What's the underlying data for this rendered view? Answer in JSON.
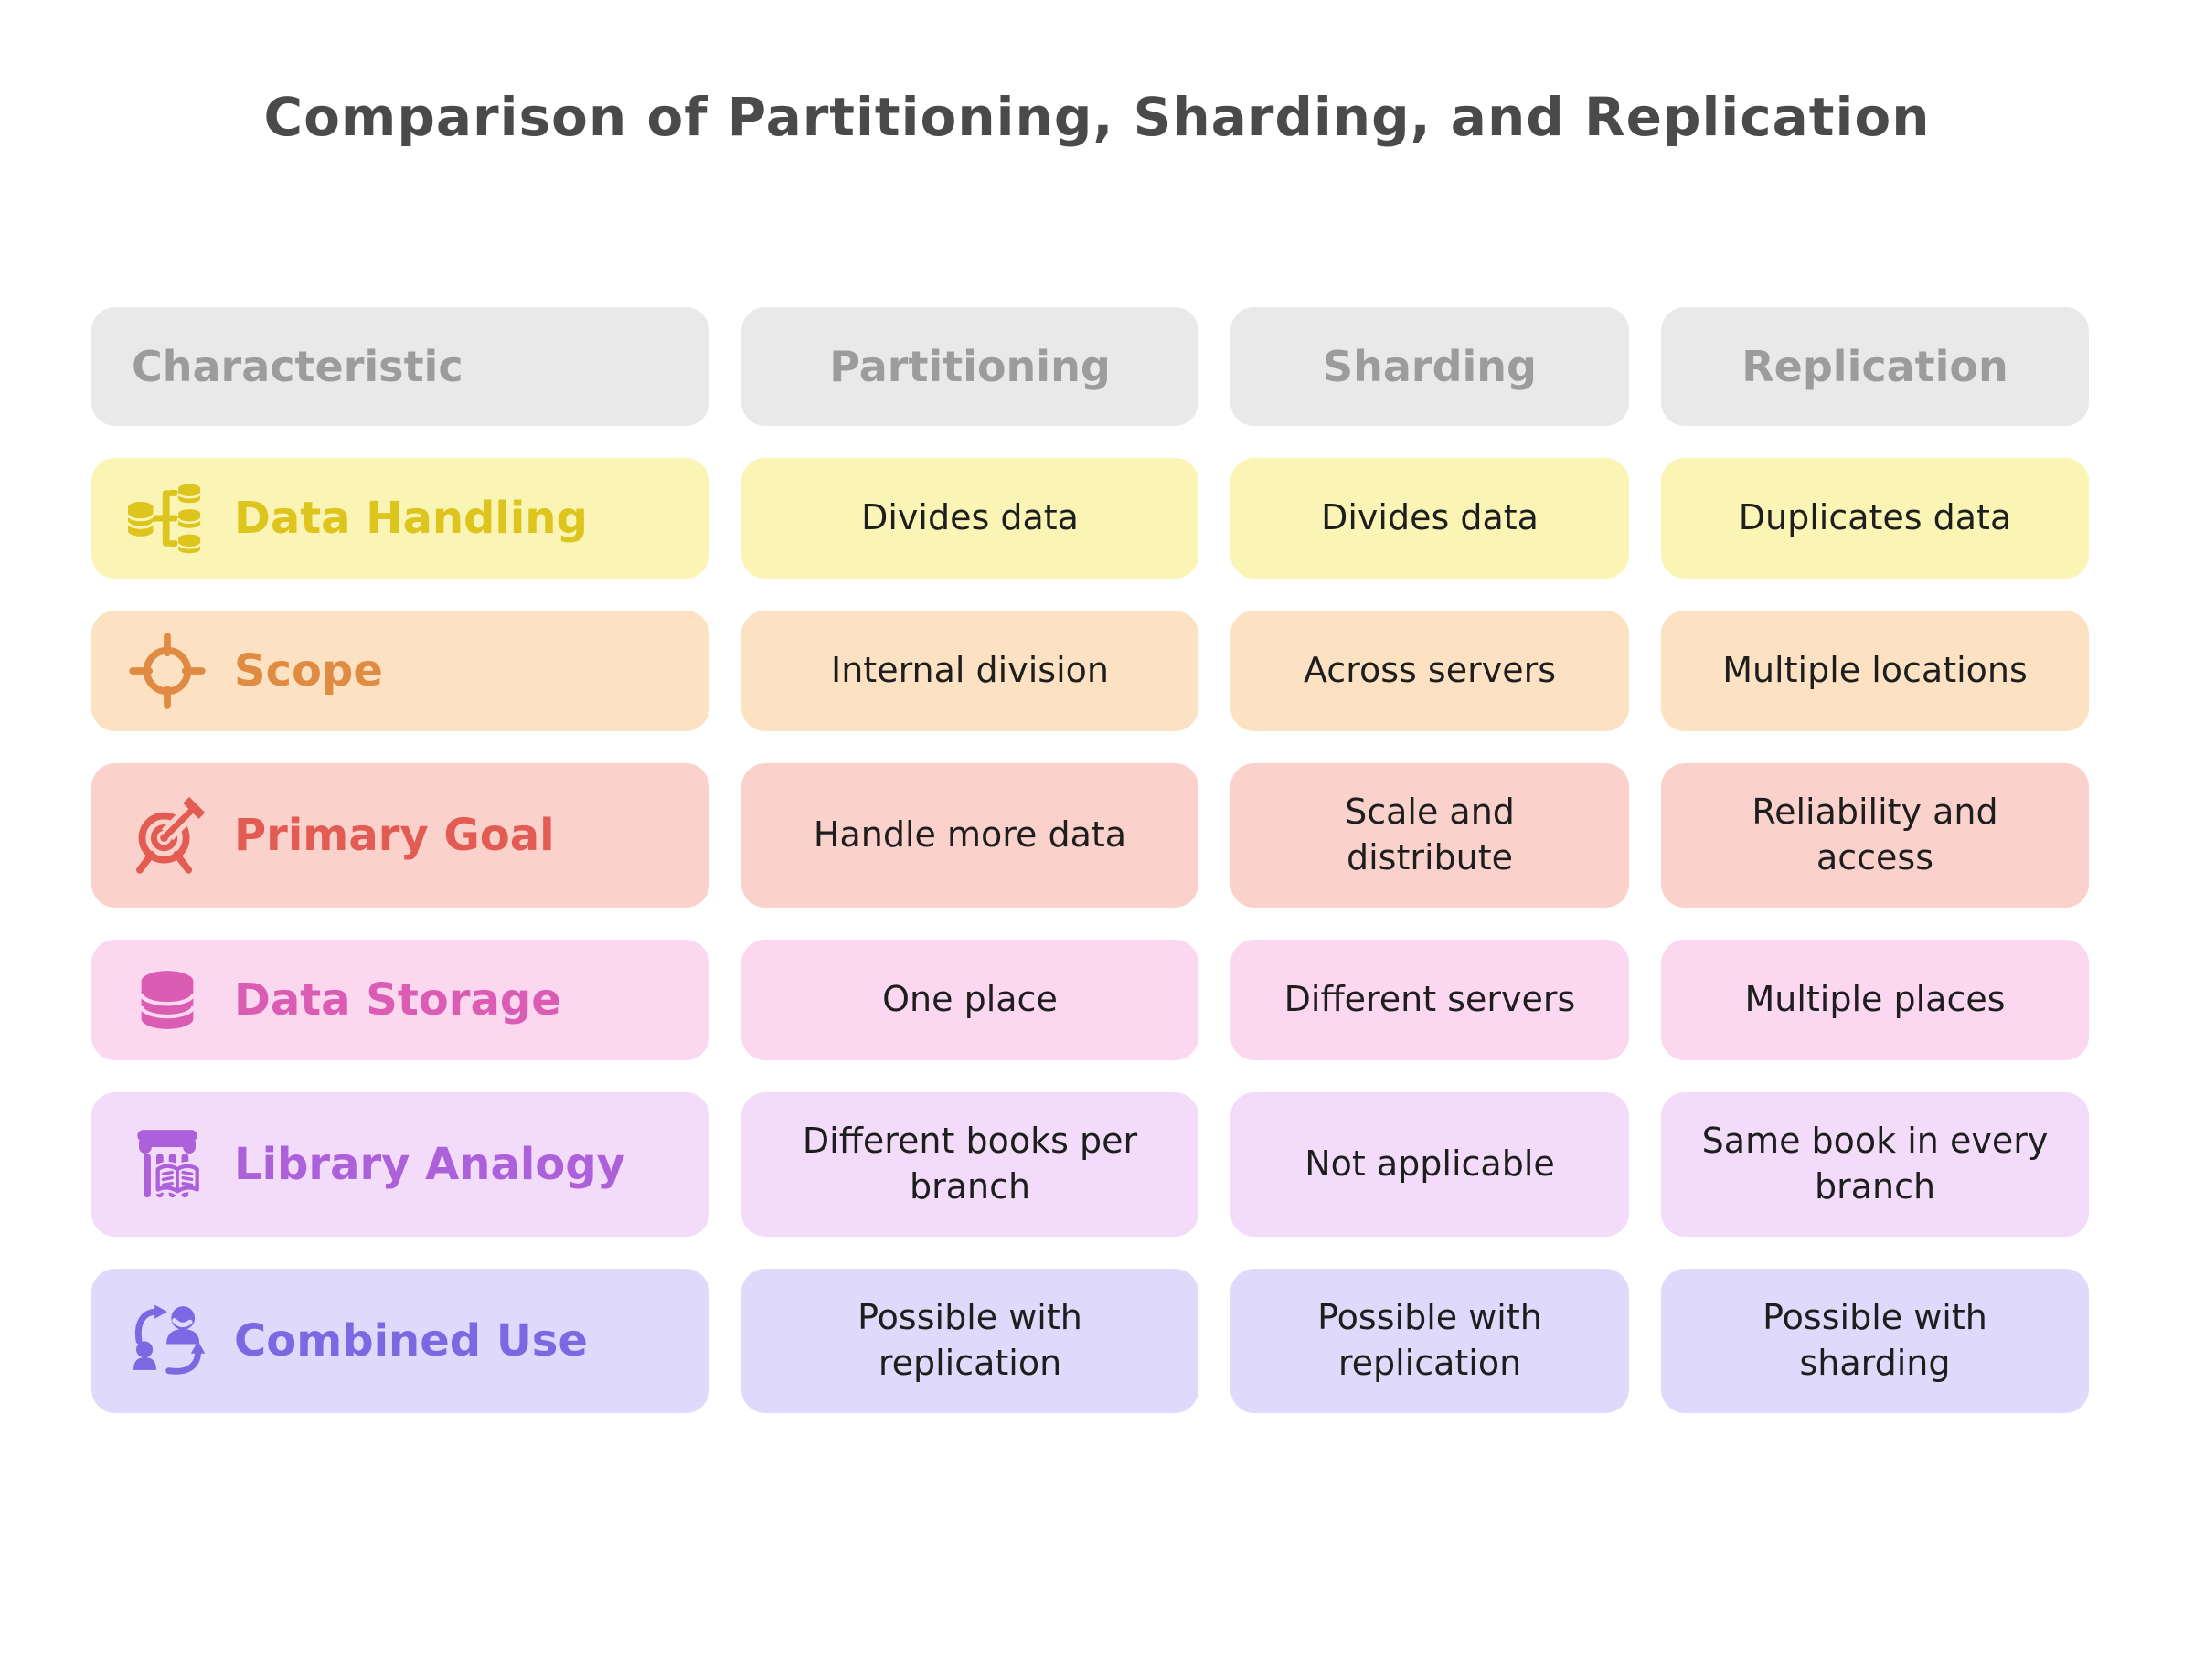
{
  "title": "Comparison of Partitioning, Sharding, and Replication",
  "table": {
    "headers": [
      "Characteristic",
      "Partitioning",
      "Sharding",
      "Replication"
    ],
    "rows": [
      {
        "label": "Data Handling",
        "icon": "database-split-icon",
        "bg_color": "#FAF4B5",
        "accent_color": "#DDC51E",
        "partitioning": "Divides data",
        "sharding": "Divides data",
        "replication": "Duplicates data"
      },
      {
        "label": "Scope",
        "icon": "crosshair-icon",
        "bg_color": "#FCE1C2",
        "accent_color": "#E08B42",
        "partitioning": "Internal division",
        "sharding": "Across servers",
        "replication": "Multiple locations"
      },
      {
        "label": "Primary Goal",
        "icon": "target-arrow-icon",
        "bg_color": "#FBD2CB",
        "accent_color": "#E25C54",
        "partitioning": "Handle more data",
        "sharding": "Scale and distribute",
        "replication": "Reliability and access"
      },
      {
        "label": "Data Storage",
        "icon": "database-icon",
        "bg_color": "#FCD7F0",
        "accent_color": "#DA5CB3",
        "partitioning": "One place",
        "sharding": "Different servers",
        "replication": "Multiple places"
      },
      {
        "label": "Library Analogy",
        "icon": "library-column-book-icon",
        "bg_color": "#F2DCFA",
        "accent_color": "#AC61DB",
        "partitioning": "Different books per branch",
        "sharding": "Not applicable",
        "replication": "Same book in every branch"
      },
      {
        "label": "Combined Use",
        "icon": "people-swap-icon",
        "bg_color": "#DFDAFB",
        "accent_color": "#7B68E2",
        "partitioning": "Possible with replication",
        "sharding": "Possible with replication",
        "replication": "Possible with sharding"
      }
    ]
  },
  "colors": {
    "canvas": "#FFFFFF",
    "title_text": "#4A4A4A",
    "header_bg": "#E9E9E9",
    "header_text": "#9C9C9C",
    "cell_text": "#1E1E1E"
  }
}
